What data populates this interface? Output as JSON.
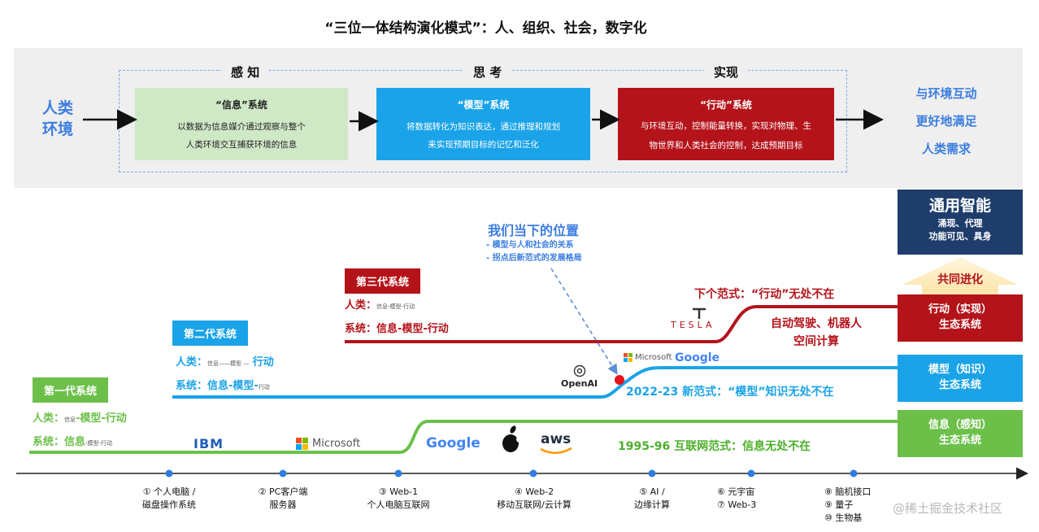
{
  "title": "“三位一体结构演化模式”：人、组织、社会，数字化",
  "stages": [
    "感 知",
    "思 考",
    "实现"
  ],
  "human_env": [
    "人类",
    "环境"
  ],
  "systems": [
    {
      "title": "“信息”系统",
      "desc": [
        "以数据为信息媒介通过观察与整个",
        "人类环境交互捕获环境的信息"
      ]
    },
    {
      "title": "“模型”系统",
      "desc": [
        "将数据转化为知识表达，通过推理和规划",
        "来实现预期目标的记忆和泛化"
      ]
    },
    {
      "title": "“行动”系统",
      "desc": [
        "与环境互动，控制能量转换，实现对物理、生",
        "物世界和人类社会的控制，达成预期目标"
      ]
    }
  ],
  "goal": [
    "与环境互动",
    "更好地满足",
    "人类需求"
  ],
  "gen1": {
    "label": "第一代系统",
    "human_prefix": "人类：",
    "human_small": "信息",
    "human_main": "-模型-行动",
    "sys_prefix": "系统：",
    "sys_main": "信息",
    "sys_small": "-模型-行动"
  },
  "gen2": {
    "label": "第二代系统",
    "human_prefix": "人类：",
    "human_small": "信息——模型 —",
    "human_main": "行动",
    "sys_prefix": "系统：",
    "sys_main": "信息-模型-",
    "sys_small": "行动"
  },
  "gen3": {
    "label": "第三代系统",
    "human_prefix": "人类：",
    "human_small": "信息-模型-行动",
    "sys_prefix": "系统：",
    "sys_main": "信息-模型-行动"
  },
  "current": {
    "title": "我们当下的位置",
    "items": [
      "- 模型与人和社会的关系",
      "- 拐点后新范式的发展格局"
    ]
  },
  "next_paradigm": "下个范式：“行动”无处不在",
  "action_examples": [
    "自动驾驶、机器人",
    "空间计算"
  ],
  "paradigm_2022": "2022-23  新范式：“模型”知识无处不在",
  "paradigm_1995": "1995-96  互联网范式：信息无处不在",
  "logos": {
    "ibm": "IBM",
    "microsoft": "Microsoft",
    "google": "Google",
    "aws": "aws",
    "openai": "OpenAI",
    "tesla": "TESLA",
    "ms_google": "Microsoft"
  },
  "agi": {
    "title": "通用智能",
    "sub": [
      "涌现、代理",
      "功能可见、具身"
    ]
  },
  "coevolve": "共同进化",
  "ecosystems": [
    {
      "line1": "行动（实现）",
      "line2": "生态系统"
    },
    {
      "line1": "模型（知识）",
      "line2": "生态系统"
    },
    {
      "line1": "信息（感知）",
      "line2": "生态系统"
    }
  ],
  "timeline": [
    {
      "lines": [
        "① 个人电脑 /",
        "磁盘操作系统"
      ]
    },
    {
      "lines": [
        "② PC客户端",
        "服务器"
      ]
    },
    {
      "lines": [
        "③ Web-1",
        "个人电脑互联网"
      ]
    },
    {
      "lines": [
        "④ Web-2",
        "移动互联网/云计算"
      ]
    },
    {
      "lines": [
        "⑤ AI /",
        "边缘计算"
      ]
    },
    {
      "lines": [
        "⑥ 元宇宙",
        "⑦ Web-3"
      ]
    },
    {
      "lines": [
        "⑧ 脑机接口",
        "⑨ 量子",
        "⑩ 生物基"
      ]
    }
  ],
  "watermark": "@稀土掘金技术社区",
  "colors": {
    "green": "#6cc04a",
    "blue": "#1aa3e8",
    "red": "#b4131a",
    "navy": "#1f3d6b",
    "accent_blue": "#3b7de0"
  }
}
